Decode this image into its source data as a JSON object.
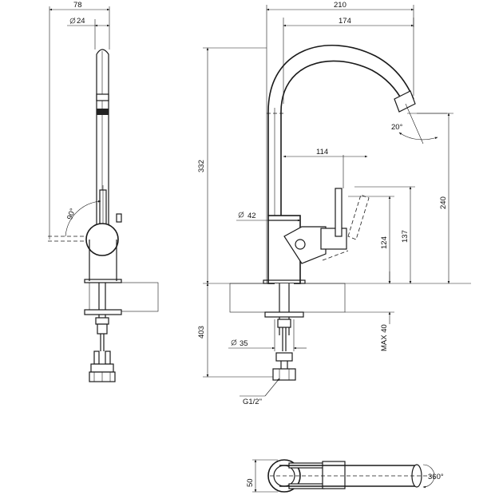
{
  "dimensions": {
    "side_width": "78",
    "spout_diameter": "24",
    "lever_angle": "90°",
    "total_width": "210",
    "spout_reach": "174",
    "spout_angle": "20°",
    "lever_reach": "114",
    "body_diameter": "42",
    "total_height": "332",
    "lever_axis_height": "124",
    "lever_top_height": "137",
    "spout_height": "240",
    "under_deck_length": "403",
    "max_deck": "MAX 40",
    "hole_diameter": "35",
    "thread": "G1/2\"",
    "base_diameter": "50",
    "swivel_angle": "360°"
  }
}
